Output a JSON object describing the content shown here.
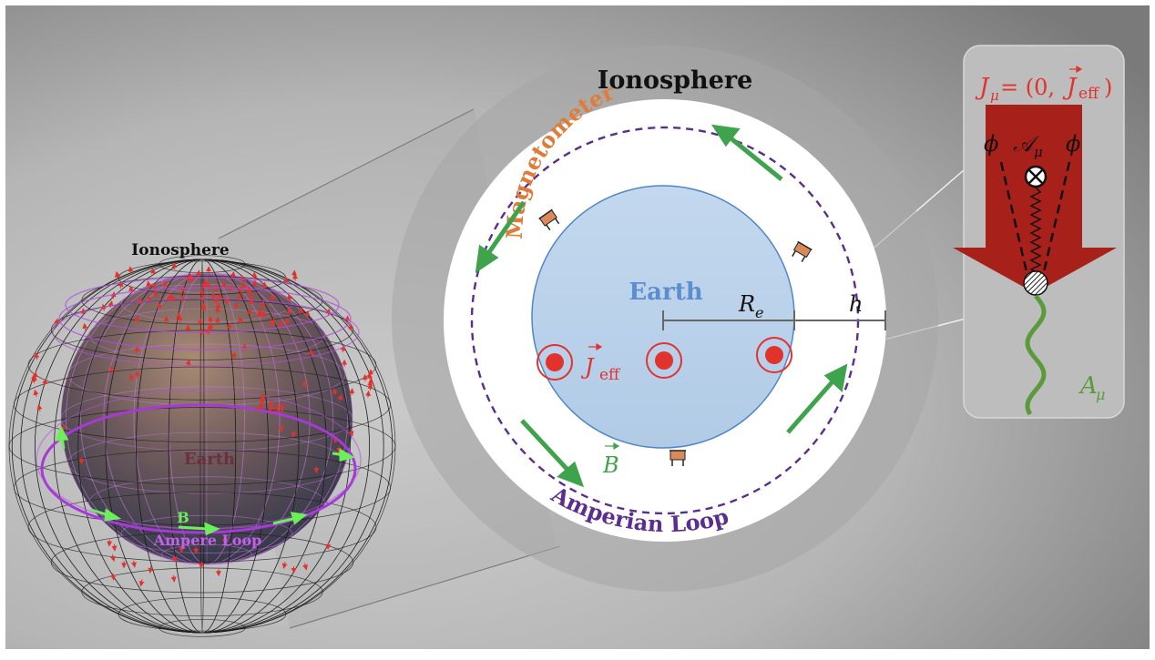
{
  "globe": {
    "ionosphere_label": "Ionosphere",
    "earth_label": "Earth",
    "j_label": "J",
    "j_sub": "eff",
    "b_label": "B",
    "loop_label": "Ampere Loop"
  },
  "cross_section": {
    "ionosphere_label": "Ionosphere",
    "magnetometer_label": "Magnetometer",
    "earth_label": "Earth",
    "re_label": "R",
    "re_sub": "e",
    "h_label": "h",
    "j_label": "J",
    "j_sub": "eff",
    "b_label": "B",
    "loop_label": "Amperian Loop"
  },
  "feynman": {
    "current_lhs": "J",
    "current_lhs_sub": "μ",
    "current_rhs": " = (0,",
    "current_rhs_j": "J",
    "current_rhs_sub": "eff",
    "current_close": ")",
    "phi_left": "ϕ",
    "phi_right": "ϕ",
    "a_cal": "𝒜",
    "a_cal_sub": "μ",
    "photon_label": "A",
    "photon_sub": "μ"
  },
  "colors": {
    "current_red": "#e2322c",
    "field_green": "#3fa34d",
    "loop_purple": "#5b2d8e",
    "magnetometer_orange": "#e07c3a",
    "earth_blue": "#b9d2ea",
    "arrow_dark_red": "#a8201a"
  }
}
